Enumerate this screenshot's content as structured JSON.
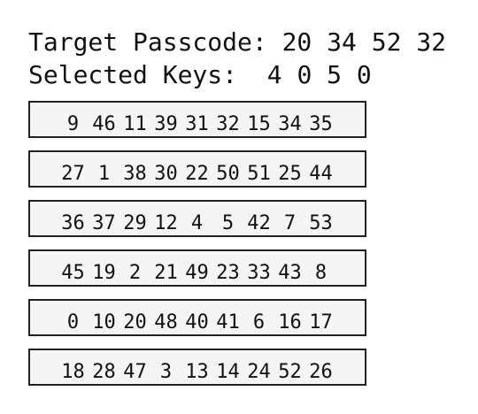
{
  "header": {
    "target_label": "Target Passcode:",
    "target_code": "20 34 52 32",
    "selected_label": "Selected Keys:",
    "selected_keys": "4 0 5 0"
  },
  "keypad": {
    "rows": [
      [
        "9",
        "46",
        "11",
        "39",
        "31",
        "32",
        "15",
        "34",
        "35"
      ],
      [
        "27",
        "1",
        "38",
        "30",
        "22",
        "50",
        "51",
        "25",
        "44"
      ],
      [
        "36",
        "37",
        "29",
        "12",
        "4",
        "5",
        "42",
        "7",
        "53"
      ],
      [
        "45",
        "19",
        "2",
        "21",
        "49",
        "23",
        "33",
        "43",
        "8"
      ],
      [
        "0",
        "10",
        "20",
        "48",
        "40",
        "41",
        "6",
        "16",
        "17"
      ],
      [
        "18",
        "28",
        "47",
        "3",
        "13",
        "14",
        "24",
        "52",
        "26"
      ]
    ]
  }
}
